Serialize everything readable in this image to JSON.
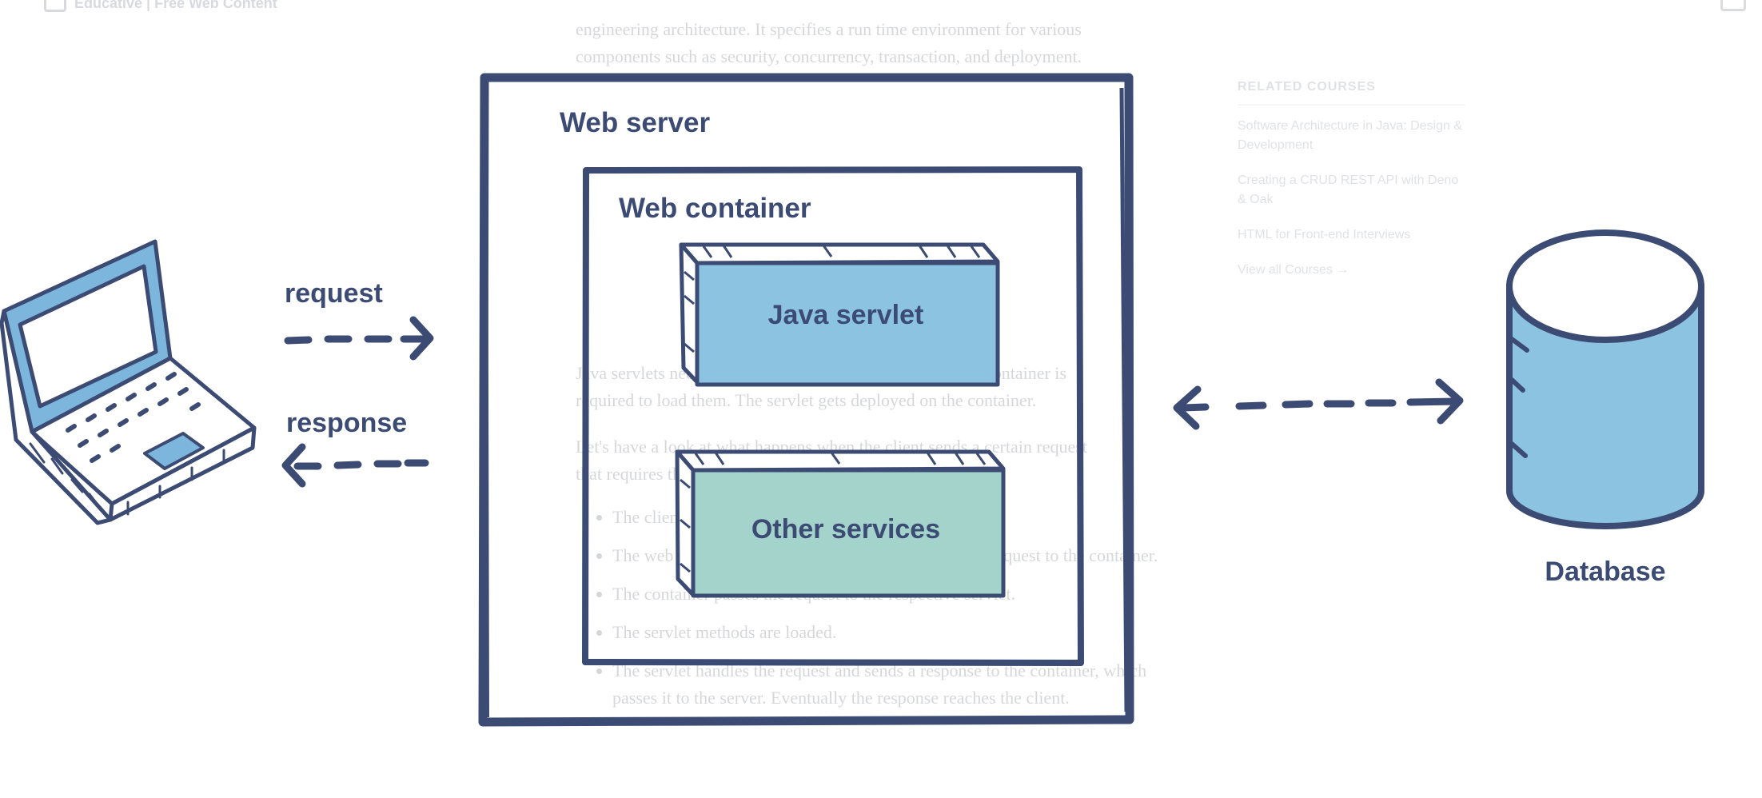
{
  "diagram": {
    "web_server_label": "Web server",
    "web_container_label": "Web container",
    "java_servlet_label": "Java servlet",
    "other_services_label": "Other services",
    "request_label": "request",
    "response_label": "response",
    "database_label": "Database",
    "client_icon": "laptop-icon",
    "database_icon": "database-cylinder-icon",
    "colors": {
      "stroke": "#3c4b73",
      "servlet_fill": "#8cc3e0",
      "services_fill": "#a4d3cc",
      "client_fill": "#7db6dc",
      "database_fill": "#8cc3e0"
    }
  },
  "background_page": {
    "brand": "Educative | Free Web Content",
    "article_p1_line1": "engineering architecture. It specifies a run time environment for various",
    "article_p1_line2": "components such as security, concurrency, transaction, and deployment.",
    "article_p2_line1": "Java servlets need to be deployed in a servlet container. A container is",
    "article_p2_line2": "required to load them. The servlet gets deployed on the container.",
    "article_p3_line1": "Let's have a look at what happens when the client sends a certain request",
    "article_p3_line2": "that requires the servlet.",
    "bullets": [
      "The client sends a request.",
      "The web server accepts the request and forwards that request to the container.",
      "The container passes the request to the respective servlet.",
      "The servlet methods are loaded.",
      "The servlet handles the request and sends a response to the container, which passes it to the server. Eventually the response reaches the client."
    ],
    "sidebar_title": "RELATED COURSES",
    "sidebar_items": [
      "Software Architecture in Java: Design & Development",
      "Creating a CRUD REST API with Deno & Oak",
      "HTML for Front-end Interviews"
    ],
    "sidebar_view_all": "View all Courses →"
  }
}
